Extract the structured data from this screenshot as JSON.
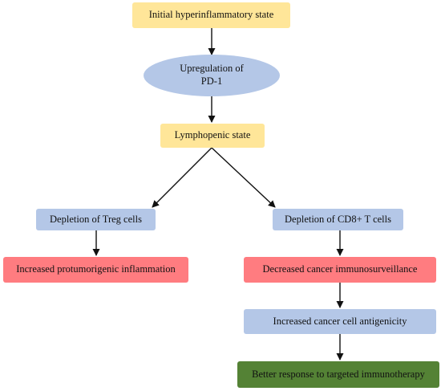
{
  "colors": {
    "yellow": "#ffe699",
    "blue": "#b4c7e7",
    "red": "#ff7c80",
    "green": "#548235",
    "arrow": "#111111"
  },
  "nodes": {
    "initial_state": "Initial hyperinflammatory state",
    "upregulation_pd1": "Upregulation of\nPD-1",
    "lymphopenic_state": "Lymphopenic state",
    "depletion_treg": "Depletion of Treg cells",
    "depletion_cd8": "Depletion of CD8+ T cells",
    "protumorigenic_inflammation": "Increased protumorigenic inflammation",
    "cancer_immunosurveillance": "Decreased cancer immunosurveillance",
    "cell_antigenicity": "Increased cancer cell antigenicity",
    "better_response": "Better response to targeted immunotherapy"
  }
}
